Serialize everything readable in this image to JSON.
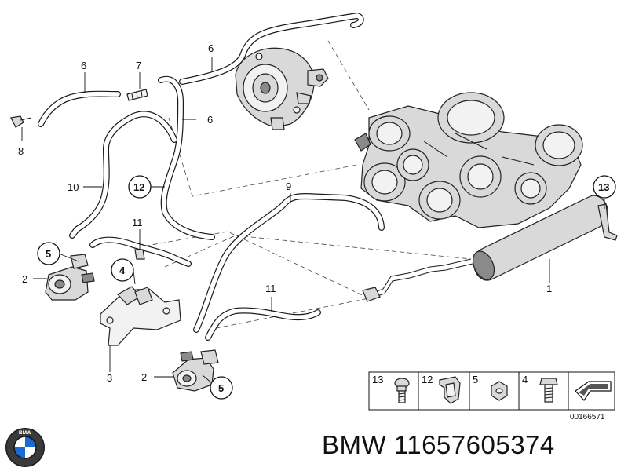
{
  "labels": {
    "l1": "1",
    "l2a": "2",
    "l2b": "2",
    "l3": "3",
    "l4": "4",
    "l5a": "5",
    "l5b": "5",
    "l6a": "6",
    "l6b": "6",
    "l6c": "6",
    "l7": "7",
    "l8": "8",
    "l9": "9",
    "l10": "10",
    "l11a": "11",
    "l11b": "11",
    "l12": "12",
    "l13": "13"
  },
  "legend": {
    "items": [
      "13",
      "12",
      "5",
      "4"
    ],
    "code": "00166571"
  },
  "footer": {
    "brand_text": "BMW 11657605374",
    "logo_text": "BMW"
  },
  "colors": {
    "line": "#1a1a1a",
    "part_fill": "#d9d9d9",
    "logo_blue": "#1c69d4"
  }
}
